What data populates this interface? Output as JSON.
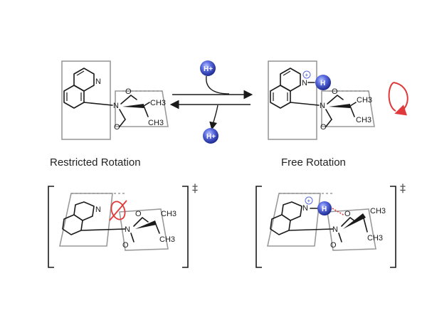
{
  "captions": {
    "left": "Restricted Rotation",
    "right": "Free Rotation"
  },
  "proton": {
    "label": "H+",
    "color": "#3b4fc2"
  },
  "atoms": {
    "N": "N",
    "O": "O",
    "H": "H",
    "CH3": "CH3",
    "plus": "+"
  },
  "transition_state_mark": "‡",
  "colors": {
    "clash": "#e0393b",
    "rotation_arrow": "#e0393b",
    "hbond": "#e0393b",
    "plane": "#9a9a9a"
  }
}
